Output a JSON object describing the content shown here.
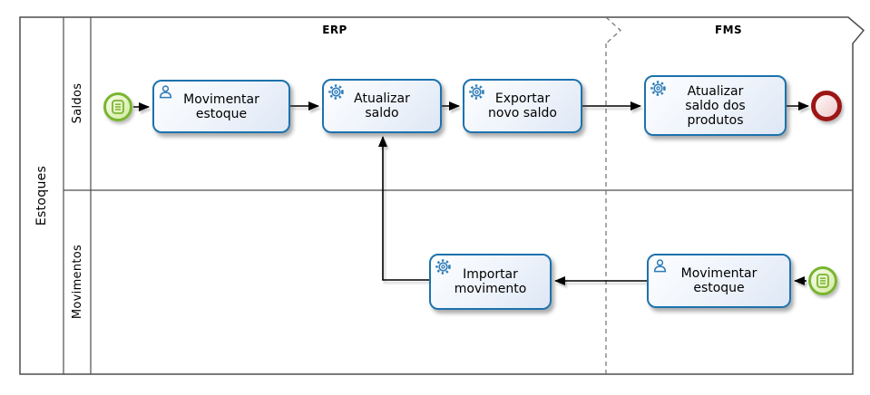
{
  "diagram": {
    "pool": {
      "label": "Estoques"
    },
    "lanes": [
      {
        "label": "Saldos"
      },
      {
        "label": "Movimentos"
      }
    ],
    "phases": [
      {
        "label": "ERP"
      },
      {
        "label": "FMS"
      }
    ],
    "tasks": [
      {
        "label": "Movimentar\nestoque",
        "type": "user-task",
        "icon": "user-icon",
        "lane": "Saldos",
        "phase": "ERP"
      },
      {
        "label": "Atualizar\nsaldo",
        "type": "service-task",
        "icon": "gear-icon",
        "lane": "Saldos",
        "phase": "ERP"
      },
      {
        "label": "Exportar\nnovo saldo",
        "type": "service-task",
        "icon": "gear-icon",
        "lane": "Saldos",
        "phase": "ERP"
      },
      {
        "label": "Atualizar\nsaldo dos\nprodutos",
        "type": "service-task",
        "icon": "gear-icon",
        "lane": "Saldos",
        "phase": "FMS"
      },
      {
        "label": "Importar\nmovimento",
        "type": "service-task",
        "icon": "gear-icon",
        "lane": "Movimentos",
        "phase": "ERP"
      },
      {
        "label": "Movimentar\nestoque",
        "type": "user-task",
        "icon": "user-icon",
        "lane": "Movimentos",
        "phase": "FMS"
      }
    ],
    "events": [
      {
        "type": "start",
        "icon": "document-lines-icon",
        "lane": "Saldos"
      },
      {
        "type": "end",
        "icon": "none",
        "lane": "Saldos"
      },
      {
        "type": "start",
        "icon": "document-lines-icon",
        "lane": "Movimentos"
      }
    ]
  },
  "colors": {
    "task-border": "#1d72ad",
    "task-fill-top": "#fdfeff",
    "task-fill-bottom": "#dde7f4",
    "start-border": "#79b530",
    "start-fill-top": "#f4fae6",
    "start-fill-bottom": "#d6eca4",
    "end-border": "#9c1616",
    "end-fill-top": "#fdf2f2",
    "end-fill-bottom": "#f0c8c8",
    "line": "#4d4d4d",
    "dashed": "#707070",
    "flow": "#000000",
    "icon-blue": "#2e7cb8",
    "icon-green": "#79b530"
  }
}
